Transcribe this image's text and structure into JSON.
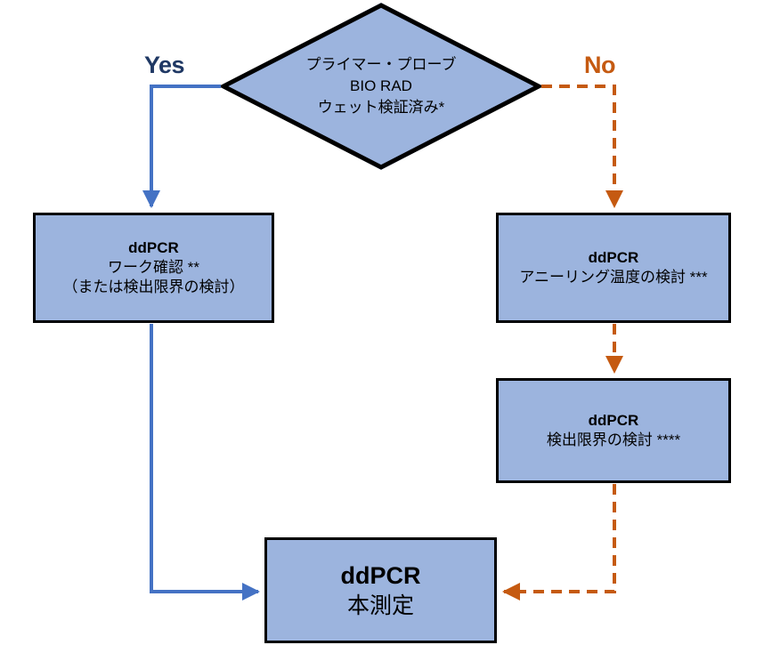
{
  "diagram": {
    "title": "ddPCR assay decision flowchart",
    "colors": {
      "node_fill": "#9CB4DE",
      "node_border": "#000000",
      "yes_path": "#4472C4",
      "no_path": "#C55A11",
      "yes_label": "#1F3864",
      "no_label": "#C55A11",
      "background": "#FFFFFF"
    },
    "nodes": [
      {
        "id": "decision",
        "shape": "diamond",
        "lines": [
          {
            "text": "プライマー・プローブ",
            "bold": false
          },
          {
            "text": "BIO RAD",
            "bold": true
          },
          {
            "text": "ウェット検証済み*",
            "bold": false
          }
        ]
      },
      {
        "id": "work-check",
        "shape": "rect",
        "lines": [
          {
            "text": "ddPCR",
            "bold": true
          },
          {
            "text": "ワーク確認 **",
            "bold": false
          },
          {
            "text": "（または検出限界の検討）",
            "bold": false
          }
        ]
      },
      {
        "id": "annealing",
        "shape": "rect",
        "lines": [
          {
            "text": "ddPCR",
            "bold": true
          },
          {
            "text": "アニーリング温度の検討 ***",
            "bold": false
          }
        ]
      },
      {
        "id": "lod",
        "shape": "rect",
        "lines": [
          {
            "text": "ddPCR",
            "bold": true
          },
          {
            "text": "検出限界の検討 ****",
            "bold": false
          }
        ]
      },
      {
        "id": "main-assay",
        "shape": "rect",
        "lines": [
          {
            "text": "ddPCR",
            "bold": true
          },
          {
            "text": "本測定",
            "bold": false
          }
        ]
      }
    ],
    "edges": [
      {
        "id": "yes-branch",
        "label": "Yes",
        "from": "decision",
        "to": "work-check",
        "style": "solid",
        "color": "#4472C4"
      },
      {
        "id": "no-branch",
        "label": "No",
        "from": "decision",
        "to": "annealing",
        "style": "dashed",
        "color": "#C55A11"
      },
      {
        "id": "annealing-to-lod",
        "label": "",
        "from": "annealing",
        "to": "lod",
        "style": "dashed",
        "color": "#C55A11"
      },
      {
        "id": "work-check-to-main",
        "label": "",
        "from": "work-check",
        "to": "main-assay",
        "style": "solid",
        "color": "#4472C4"
      },
      {
        "id": "lod-to-main",
        "label": "",
        "from": "lod",
        "to": "main-assay",
        "style": "dashed",
        "color": "#C55A11"
      }
    ]
  }
}
